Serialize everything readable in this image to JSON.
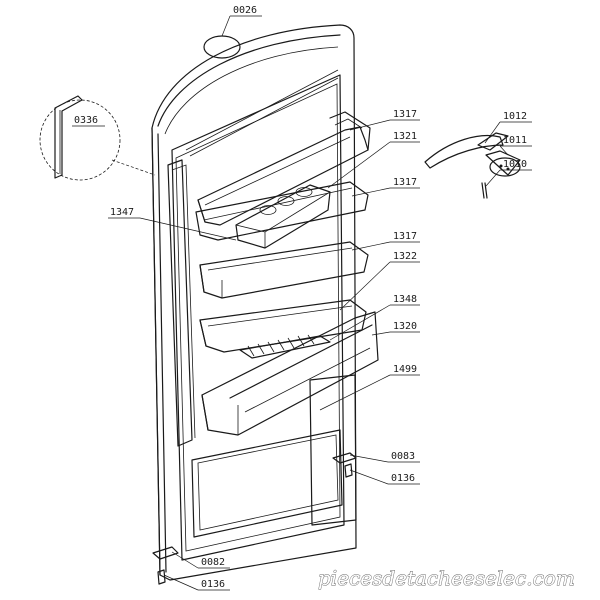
{
  "watermark": "piecesdetacheeselec.com",
  "callouts": [
    {
      "id": "0026",
      "label": "0026"
    },
    {
      "id": "0336",
      "label": "0336"
    },
    {
      "id": "1317a",
      "label": "1317"
    },
    {
      "id": "1321",
      "label": "1321"
    },
    {
      "id": "1012",
      "label": "1012"
    },
    {
      "id": "1011",
      "label": "1011"
    },
    {
      "id": "1010",
      "label": "1010"
    },
    {
      "id": "1347",
      "label": "1347"
    },
    {
      "id": "1317b",
      "label": "1317"
    },
    {
      "id": "1317c",
      "label": "1317"
    },
    {
      "id": "1322",
      "label": "1322"
    },
    {
      "id": "1348",
      "label": "1348"
    },
    {
      "id": "1320",
      "label": "1320"
    },
    {
      "id": "1499",
      "label": "1499"
    },
    {
      "id": "0083",
      "label": "0083"
    },
    {
      "id": "0136a",
      "label": "0136"
    },
    {
      "id": "0082",
      "label": "0082"
    },
    {
      "id": "0136b",
      "label": "0136"
    }
  ]
}
